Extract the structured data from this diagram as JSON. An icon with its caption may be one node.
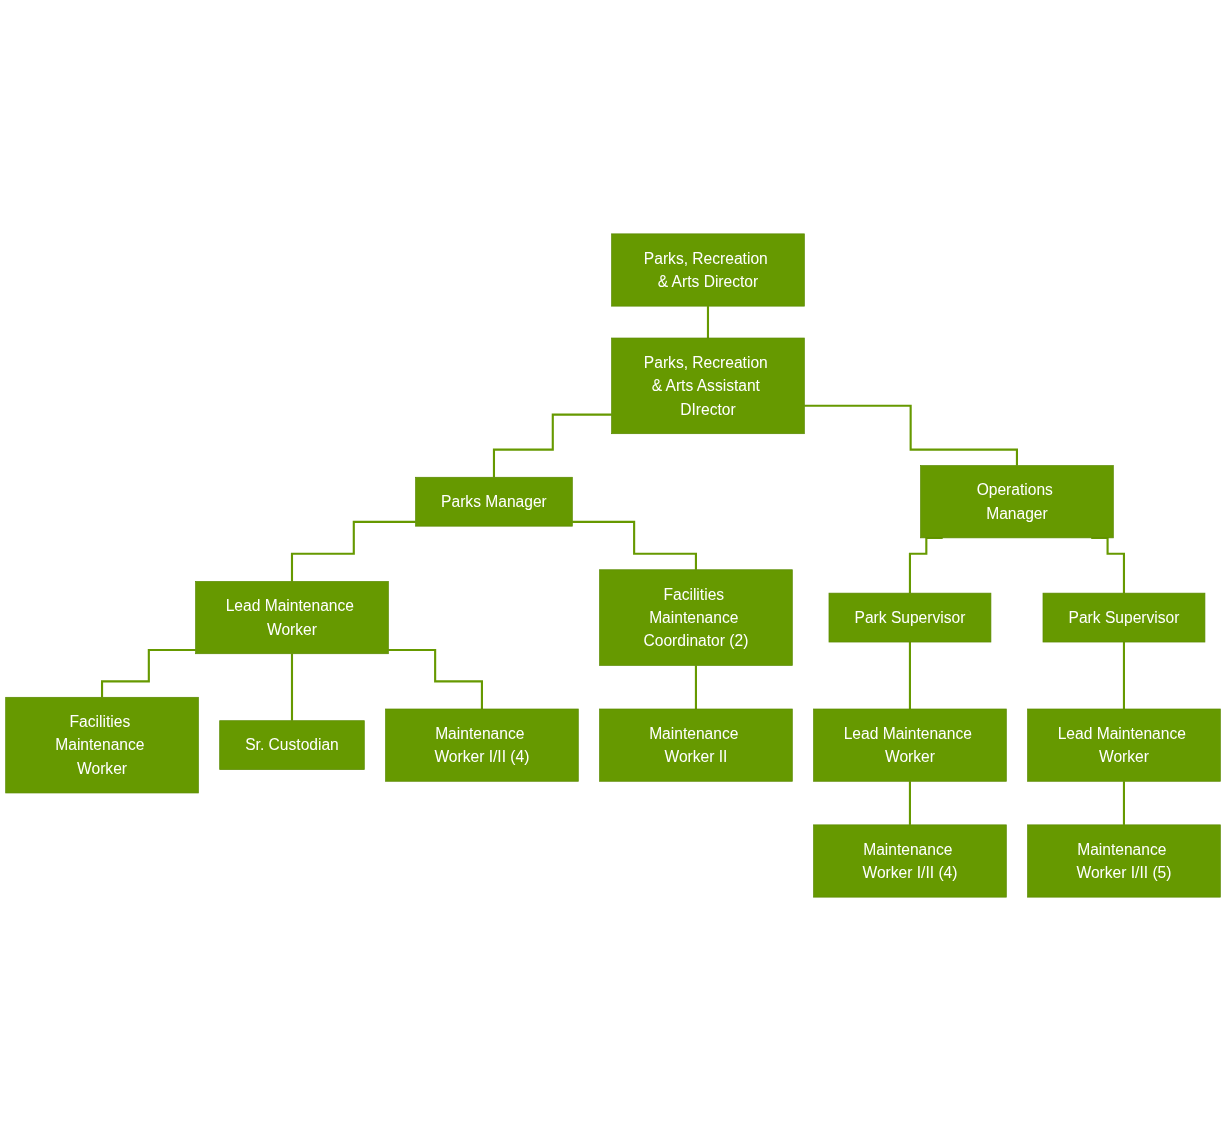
{
  "diagram": {
    "nodes": [
      {
        "text": [
          "Parks, Recreation & Arts Director"
        ]
      },
      {
        "text": [
          "Parks, Recreation & Arts Assistant DIrector"
        ]
      },
      {
        "text": [
          "Parks Manager"
        ]
      },
      {
        "text": [
          "Operations Manager"
        ]
      },
      {
        "text": [
          "Lead Maintenance Worker"
        ]
      },
      {
        "text": [
          "Facilities Maintenance Coordinator (2)"
        ]
      },
      {
        "text": [
          "Park Supervisor"
        ]
      },
      {
        "text": [
          "Park Supervisor"
        ]
      },
      {
        "text": [
          "Facilities Maintenance Worker"
        ]
      },
      {
        "text": [
          "Maintenance Worker II"
        ]
      },
      {
        "text": [
          "Lead Maintenance Worker"
        ]
      },
      {
        "text": [
          "Lead Maintenance Worker"
        ]
      },
      {
        "text": [
          "Sr. Custodian"
        ]
      },
      {
        "text": [
          "Maintenance Worker I/II (4)"
        ]
      },
      {
        "text": [
          "Maintenance Worker I/II (5)"
        ]
      },
      {
        "text": [
          "Maintenance Worker I/II (4)"
        ]
      }
    ],
    "edges": [
      {
        "from": 0,
        "to": 1,
        "arrow": "none"
      },
      {
        "from": 1,
        "to": 2,
        "arrow": "none"
      },
      {
        "from": 1,
        "to": 3,
        "arrow": "none"
      },
      {
        "from": 2,
        "to": 4,
        "arrow": "none"
      },
      {
        "from": 2,
        "to": 5,
        "arrow": "none"
      },
      {
        "from": 3,
        "to": 6,
        "arrow": "none"
      },
      {
        "from": 3,
        "to": 7,
        "arrow": "none"
      },
      {
        "from": 4,
        "to": 8,
        "arrow": "none"
      },
      {
        "from": 4,
        "to": 12,
        "arrow": "none"
      },
      {
        "from": 4,
        "to": 15,
        "arrow": "none"
      },
      {
        "from": 5,
        "to": 9,
        "arrow": "none"
      },
      {
        "from": 6,
        "to": 10,
        "arrow": "none"
      },
      {
        "from": 7,
        "to": 11,
        "arrow": "none"
      },
      {
        "from": 10,
        "to": 13,
        "arrow": "none"
      },
      {
        "from": 11,
        "to": 14,
        "arrow": "none"
      }
    ]
  }
}
